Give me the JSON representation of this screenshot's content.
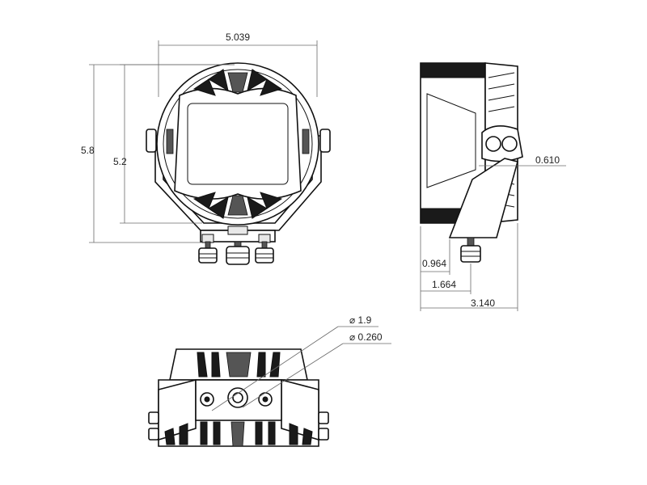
{
  "dimensions": {
    "front_width": "5.039",
    "front_height_overall": "5.8",
    "front_height_body": "5.2",
    "side_bracket_offset": "0.610",
    "side_mount_depth_a": "0.964",
    "side_mount_depth_b": "1.664",
    "side_overall_depth": "3.140",
    "bottom_hole_large": "⌀ 1.9",
    "bottom_hole_small": "⌀ 0.260"
  },
  "colors": {
    "line": "#111111",
    "dimension_line": "#6a6a6a",
    "background": "#ffffff"
  }
}
